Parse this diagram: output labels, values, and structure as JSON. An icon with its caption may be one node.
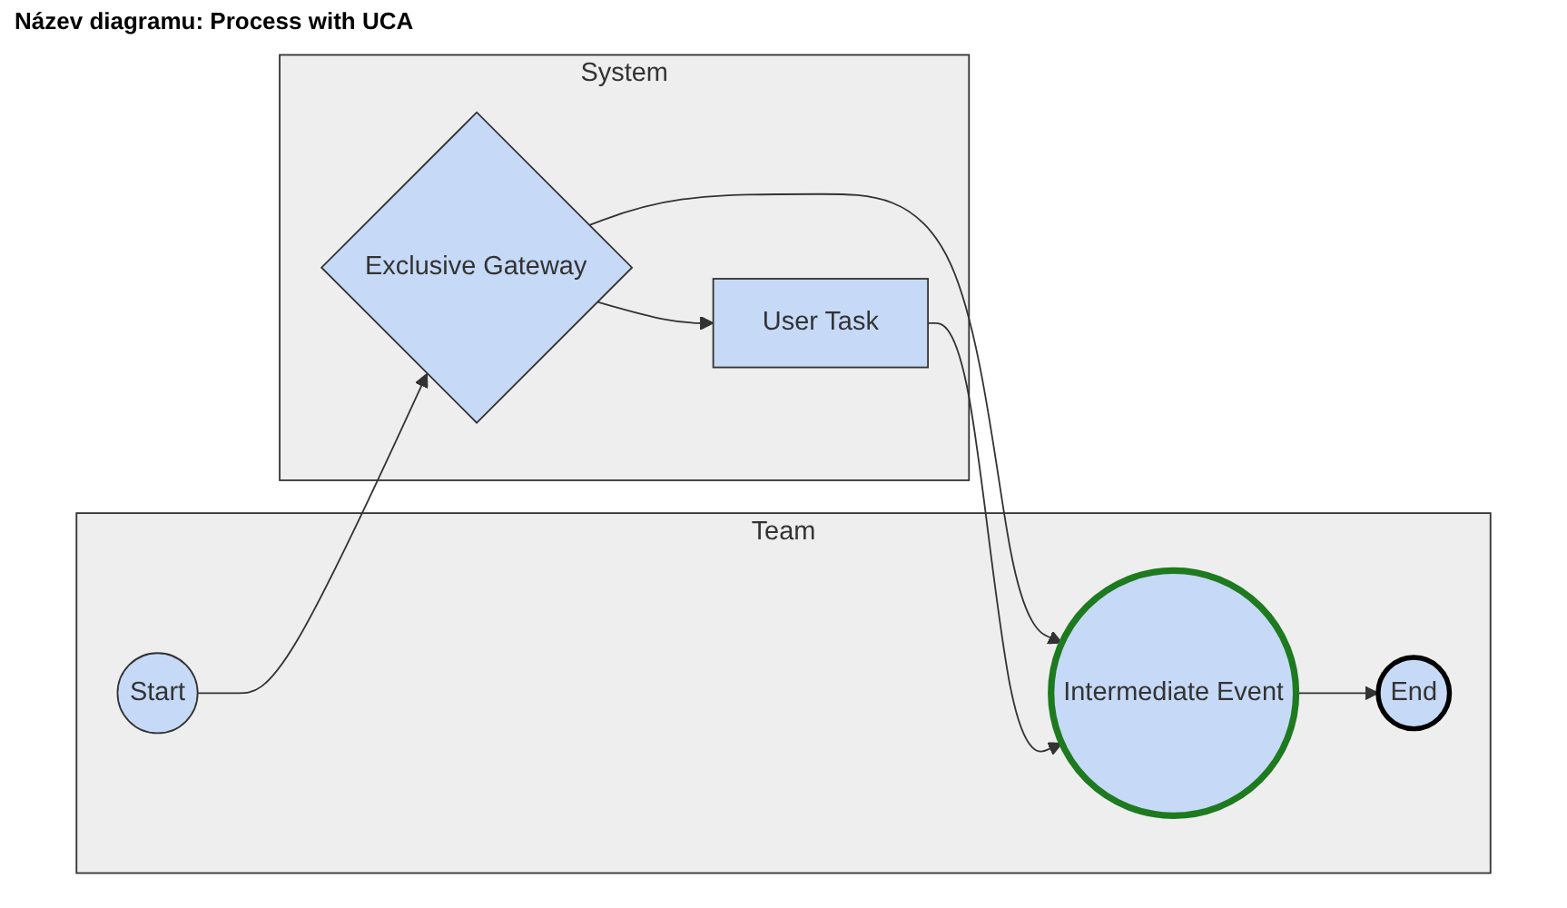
{
  "diagram": {
    "title": "Název diagramu: Process with UCA",
    "nodes": [
      {
        "text": [
          "Team"
        ]
      },
      {
        "text": [
          "Start"
        ],
        "in": 0
      },
      {
        "text": [
          "Intermediate Event"
        ],
        "in": 0
      },
      {
        "text": [
          "End"
        ],
        "in": 0
      },
      {
        "text": [
          "System"
        ]
      },
      {
        "text": [
          "Exclusive Gateway"
        ],
        "in": 4
      },
      {
        "text": [
          "User Task"
        ],
        "in": 4
      }
    ],
    "edges": [
      {
        "from": 1,
        "to": 5,
        "arrow": "to"
      },
      {
        "from": 5,
        "to": 2,
        "arrow": "to"
      },
      {
        "from": 5,
        "to": 6,
        "arrow": "to"
      },
      {
        "from": 6,
        "to": 2,
        "arrow": "to"
      },
      {
        "from": 2,
        "to": 3,
        "arrow": "to"
      }
    ]
  }
}
